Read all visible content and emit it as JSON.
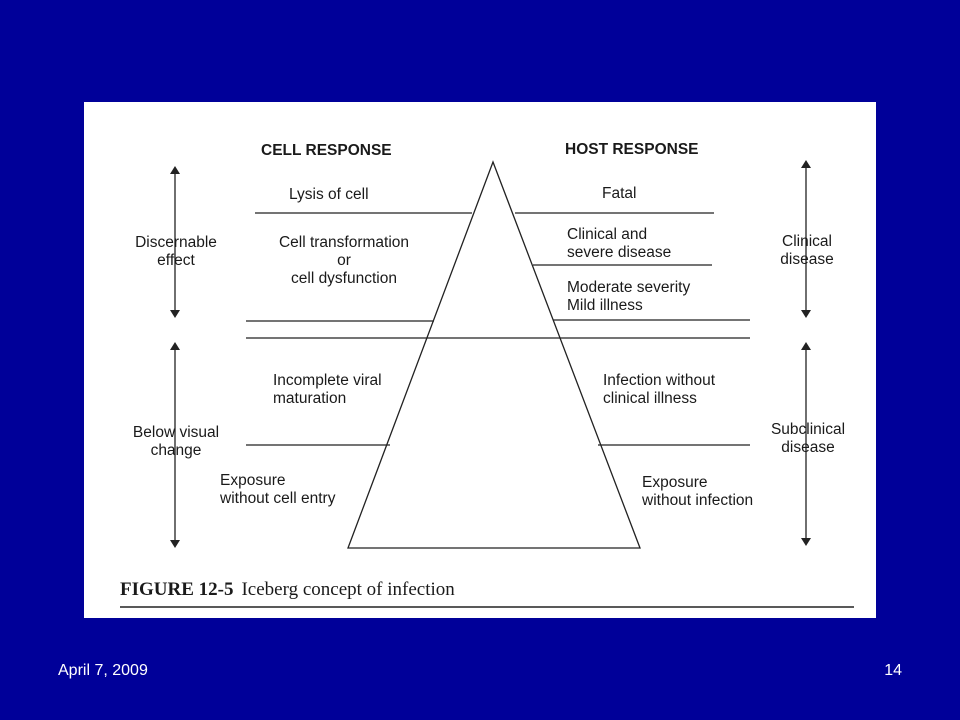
{
  "headers": {
    "cell": "CELL RESPONSE",
    "host": "HOST RESPONSE"
  },
  "side_labels": {
    "discernable": [
      "Discernable",
      "effect"
    ],
    "below_visual": [
      "Below visual",
      "change"
    ],
    "clinical": [
      "Clinical",
      "disease"
    ],
    "subclinical": [
      "Subclinical",
      "disease"
    ]
  },
  "cell_response": {
    "lysis": [
      "Lysis of cell"
    ],
    "transformation": [
      "Cell transformation",
      "or",
      "cell dysfunction"
    ],
    "incomplete": [
      "Incomplete viral",
      "maturation"
    ],
    "exposure": [
      "Exposure",
      "without cell entry"
    ]
  },
  "host_response": {
    "fatal": [
      "Fatal"
    ],
    "clinical_severe": [
      "Clinical and",
      "severe disease"
    ],
    "moderate": [
      "Moderate severity",
      "Mild illness"
    ],
    "infection": [
      "Infection without",
      "clinical illness"
    ],
    "exposure": [
      "Exposure",
      "without infection"
    ]
  },
  "caption": {
    "number": "FIGURE 12-5",
    "text": "Iceberg concept of infection"
  },
  "footer": {
    "date": "April 7, 2009",
    "page": "14"
  },
  "colors": {
    "background": "#000099",
    "panel": "#ffffff",
    "ink": "#1a1a1a"
  }
}
